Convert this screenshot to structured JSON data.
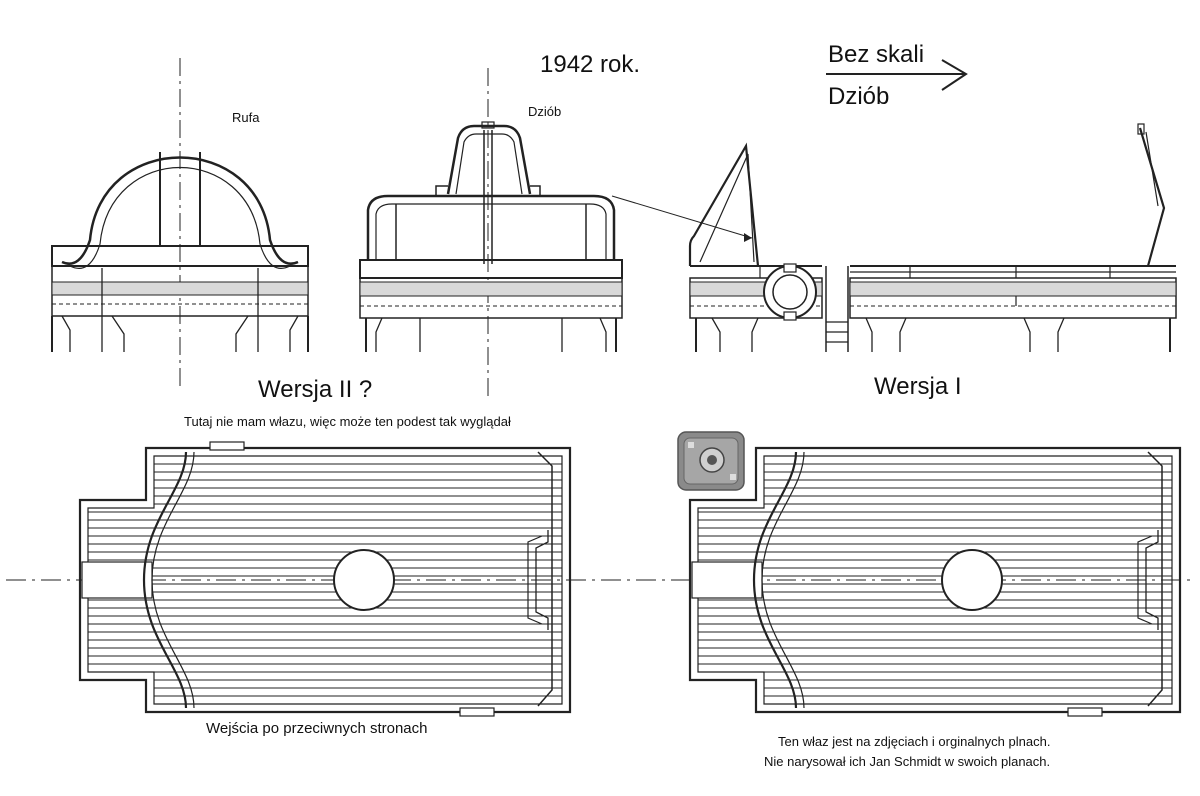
{
  "labels": {
    "year": "1942 rok.",
    "scale": "Bez skali",
    "bow_direction": "Dziób",
    "rufa": "Rufa",
    "dziob_small": "Dziób",
    "version2": "Wersja II ?",
    "version1": "Wersja I",
    "note_no_hatch": "Tutaj nie mam włazu, więc może ten podest tak wyglądał",
    "note_entrances": "Wejścia po przeciwnych stronach",
    "note_hatch_line1": "Ten właz jest na zdjęciach i orginalnych plnach.",
    "note_hatch_line2": "Nie narysował ich Jan Schmidt w swoich planach."
  },
  "colors": {
    "line": "#222222",
    "band": "#d9d9d9",
    "hatch_fill": "#8a8a8a"
  }
}
